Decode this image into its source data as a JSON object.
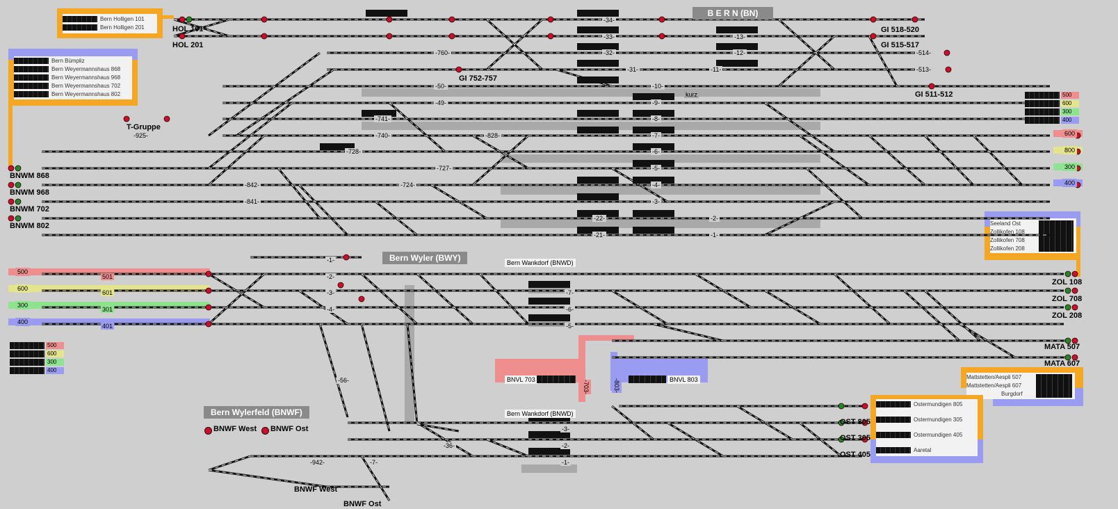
{
  "station_titles": {
    "bern": "B E R N (BN)",
    "wyler": "Bern Wyler (BWY)",
    "wylerfeld": "Bern Wylerfeld (BNWF)"
  },
  "signal_labels": {
    "hol101": "HOL 101",
    "hol201": "HOL 201",
    "gi518": "GI 518-520",
    "gi515": "GI 515-517",
    "gi511": "GI 511-512",
    "gi752": "GI 752-757",
    "tgruppe": "T-Gruppe",
    "bnwm868": "BNWM 868",
    "bnwm968": "BNWM 968",
    "bnwm702": "BNWM 702",
    "bnwm802": "BNWM 802",
    "zol108": "ZOL 108",
    "zol708": "ZOL 708",
    "zol208": "ZOL 208",
    "mata507": "MATA 507",
    "mata607": "MATA 607",
    "ost805": "OST 805",
    "ost305": "OST 305",
    "ost405": "OST 405",
    "bnwf_west_btn": "BNWF West",
    "bnwf_ost_btn": "BNWF Ost",
    "bnwf_west": "BNWF West",
    "bnwf_ost": "BNWF Ost",
    "wankdorf_top": "Bern Wankdorf (BNWD)",
    "wankdorf_bottom": "Bern Wankdorf (BNWD)",
    "bnvl703": "BNVL 703",
    "bnvl803": "BNVL 803"
  },
  "panels": {
    "holligen": [
      "Bern Holligen 101",
      "Bern Holligen 201"
    ],
    "weyermannshaus": [
      "Bern Bümpliz",
      "Bern Weyermannshaus 868",
      "Bern Weyermannshaus 968",
      "Bern Weyermannshaus 702",
      "Bern Weyermannshaus 802"
    ],
    "zollikofen": [
      "Seeland Ost",
      "Zollikofen 108",
      "Zollikofen 708",
      "Zollikofen 208"
    ],
    "mattstetten": [
      "Mattstetten/Aespli 507",
      "Mattstetten/Aespli 607",
      "Burgdorf"
    ],
    "ostermundigen": [
      "Ostermundigen 805",
      "Ostermundigen 305",
      "Ostermundigen 405",
      "Aaretal"
    ]
  },
  "legends": {
    "left": [
      "500",
      "600",
      "300",
      "400"
    ],
    "right": [
      "500",
      "600",
      "300",
      "400"
    ]
  },
  "line_tags": {
    "right": [
      "600",
      "800",
      "300",
      "400"
    ],
    "left": [
      "500",
      "600",
      "300",
      "400"
    ]
  },
  "bern_tracks": [
    "-34-",
    "-33-",
    "-13-",
    "-32-",
    "-12-",
    "-31-",
    "-11-",
    "-10-",
    "kurz",
    "-9-",
    "-8-",
    "-7-",
    "-6-",
    "-5-",
    "-4-",
    "-3-",
    "-22-",
    "-2-",
    "-21-",
    "-1-",
    "-760-",
    "-50-",
    "-49-",
    "-741-",
    "-740-",
    "-728-",
    "-727-",
    "-724-",
    "-828-",
    "-925-",
    "-842-",
    "-841-",
    "-514-",
    "-513-"
  ],
  "wyler_tracks": [
    "-1-",
    "-2-",
    "-3-",
    "-4-",
    "501",
    "601",
    "301",
    "401",
    "-7-",
    "-6-",
    "-5-",
    "-56-",
    "-703-",
    "-803-"
  ],
  "wankdorf_tracks": [
    "-3-",
    "-2-",
    "-1-",
    "-36-",
    "-7-",
    "-942-"
  ],
  "colors": {
    "background": "#cfcfcf",
    "track": "#111111",
    "orange": "#f5a623",
    "blue": "#9a9cf2",
    "red": "#ee8e8e",
    "yellow": "#e4e48c",
    "green": "#8ee38e",
    "signal_red": "#c8102e",
    "signal_green": "#1a8a2a"
  }
}
